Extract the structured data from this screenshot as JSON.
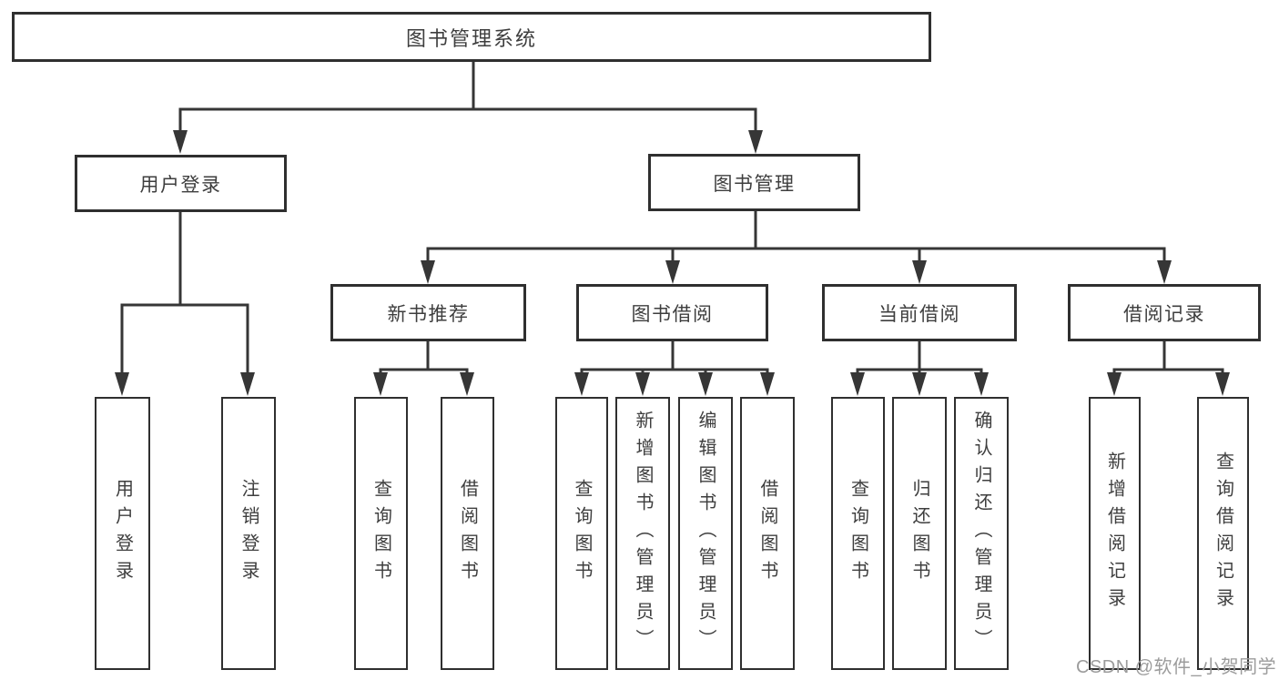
{
  "tree": {
    "root": {
      "label": "图书管理系统",
      "children": [
        {
          "label": "用户登录",
          "children": [
            {
              "label": "用户登录"
            },
            {
              "label": "注销登录"
            }
          ]
        },
        {
          "label": "图书管理",
          "children": [
            {
              "label": "新书推荐",
              "children": [
                {
                  "label": "查询图书"
                },
                {
                  "label": "借阅图书"
                }
              ]
            },
            {
              "label": "图书借阅",
              "children": [
                {
                  "label": "查询图书"
                },
                {
                  "label": "新增图书（管理员）"
                },
                {
                  "label": "编辑图书（管理员）"
                },
                {
                  "label": "借阅图书"
                }
              ]
            },
            {
              "label": "当前借阅",
              "children": [
                {
                  "label": "查询图书"
                },
                {
                  "label": "归还图书"
                },
                {
                  "label": "确认归还（管理员）"
                }
              ]
            },
            {
              "label": "借阅记录",
              "children": [
                {
                  "label": "新增借阅记录"
                },
                {
                  "label": "查询借阅记录"
                }
              ]
            }
          ]
        }
      ]
    }
  },
  "watermark": {
    "text": "CSDN @软件_小贺同学"
  },
  "colors": {
    "line": "#363636",
    "box_border": "#2f2f2f",
    "text": "#3e3e3e",
    "watermark": "#9c9c9c",
    "background": "#ffffff"
  }
}
